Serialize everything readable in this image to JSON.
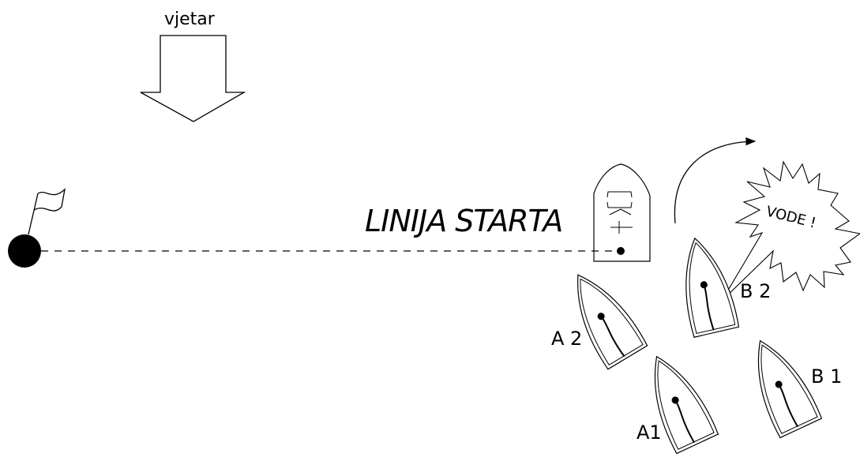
{
  "wind": {
    "label": "vjetar"
  },
  "start_line": {
    "label": "LINIJA STARTA"
  },
  "shout": {
    "text": "VODE !"
  },
  "boats": [
    {
      "id": "A1",
      "label": "A1"
    },
    {
      "id": "A2",
      "label": "A 2"
    },
    {
      "id": "B1",
      "label": "B 1"
    },
    {
      "id": "B2",
      "label": "B 2"
    }
  ],
  "colors": {
    "ink": "#000000",
    "background": "#ffffff"
  },
  "icons": [
    "wind-arrow-icon",
    "flag-icon",
    "buoy-icon",
    "committee-boat-icon",
    "sailboat-icon",
    "curved-arrow-icon",
    "shout-bubble-icon"
  ]
}
